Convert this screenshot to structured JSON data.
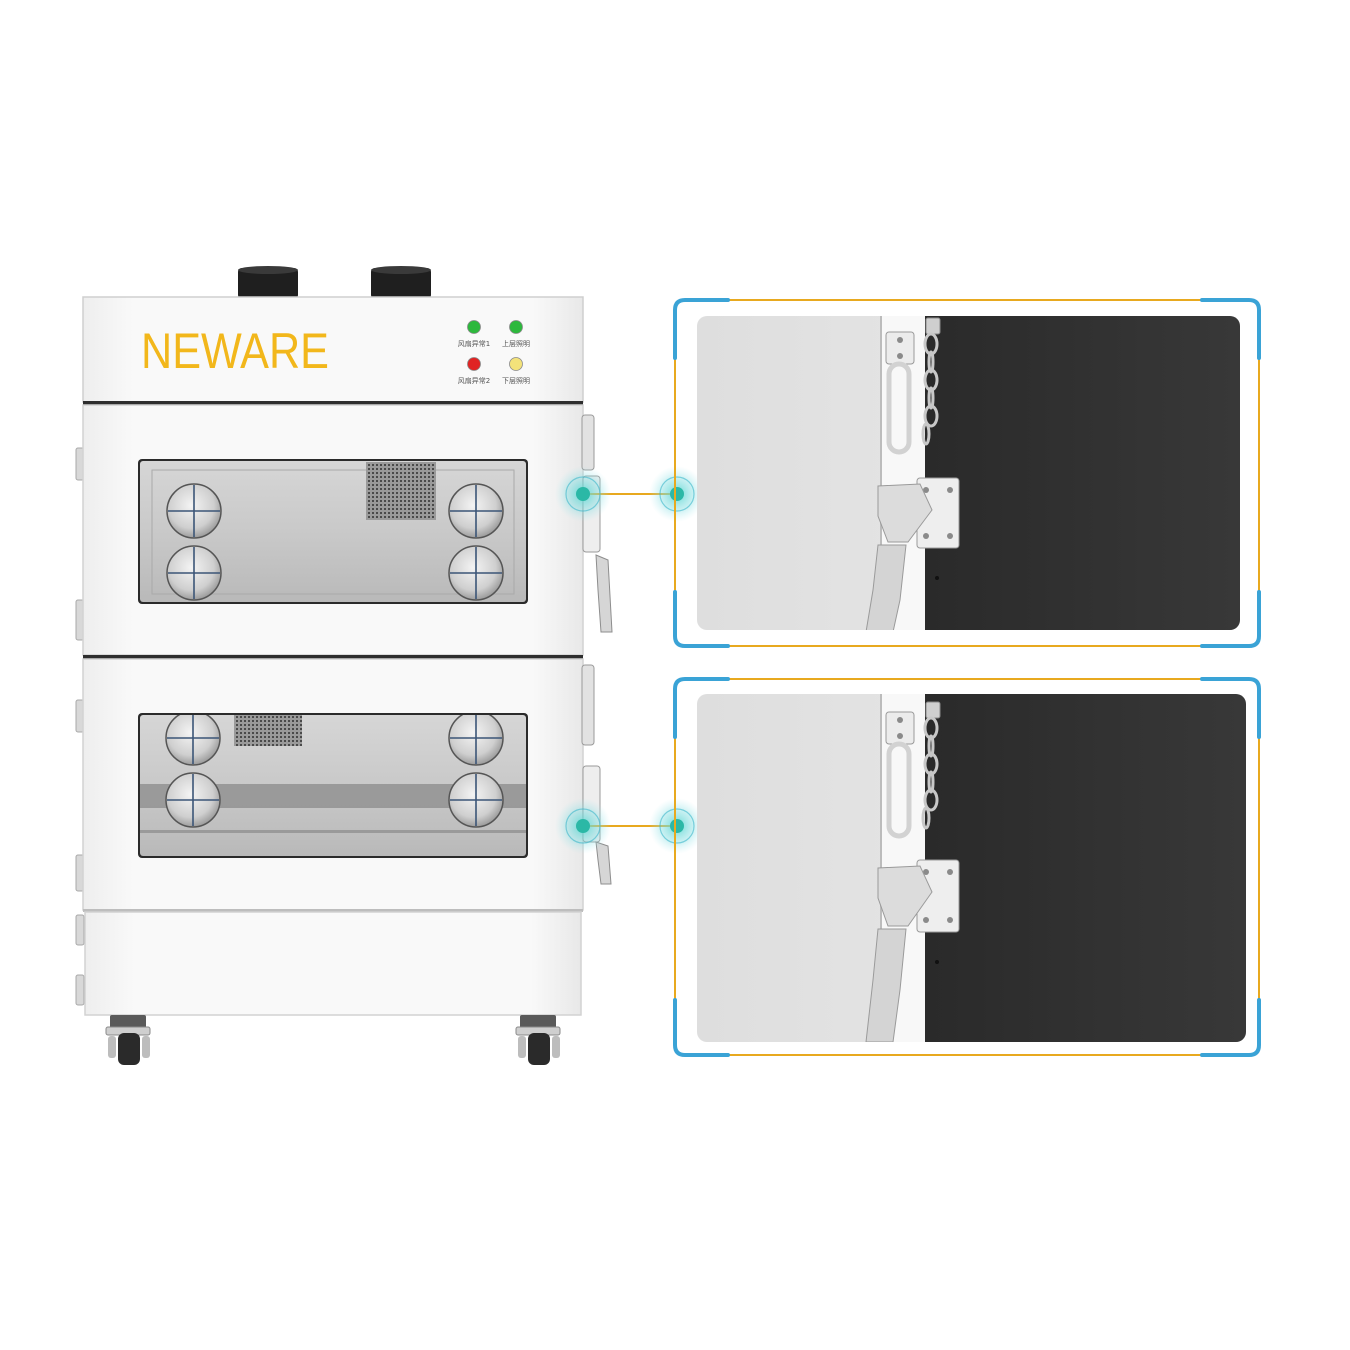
{
  "brand": {
    "name": "NEWARE",
    "color": "#F2B71B"
  },
  "indicators": [
    {
      "label": "风扇异常1",
      "color": "#2DB83D"
    },
    {
      "label": "上层照明",
      "color": "#2DB83D"
    },
    {
      "label": "风扇异常2",
      "color": "#E02424"
    },
    {
      "label": "下层照明",
      "color": "#F3E27A"
    }
  ],
  "colors": {
    "callout_frame": "#E8A91F",
    "callout_corner": "#3AA3D6",
    "connector": "#2BB8A6"
  }
}
